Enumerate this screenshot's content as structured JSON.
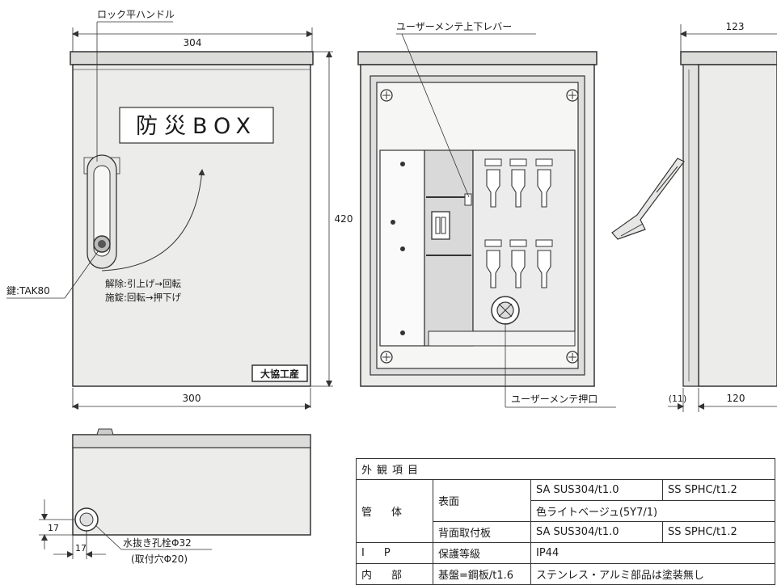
{
  "front_view": {
    "handle_label": "ロック平ハンドル",
    "key_label": "鍵:TAK80",
    "unlock_text": "解除:引上げ→回転",
    "lock_text": "施錠:回転→押下げ",
    "title_plate": "防災BOX",
    "maker_label": "大協工産",
    "dim_top_width": "304",
    "dim_bottom_width": "300",
    "dim_height": "420"
  },
  "inner_view": {
    "lever_label": "ユーザーメンテ上下レバー",
    "push_label": "ユーザーメンテ押口"
  },
  "side_view": {
    "dim_top_depth": "123",
    "dim_bottom_depth": "120",
    "dim_small": "(11)"
  },
  "bottom_view": {
    "dim_vertical": "17",
    "dim_horizontal": "17",
    "drain_label": "水抜き孔栓Φ32",
    "mount_label": "(取付穴Φ20)"
  },
  "spec_table": {
    "title": "外観項目",
    "row1_cat": "管体",
    "row1_label": "表面",
    "row1_sa": "SA SUS304/t1.0",
    "row1_ss": "SS SPHC/t1.2",
    "row1_color": "色ライトベージュ(5Y7/1)",
    "row2_label": "背面取付板",
    "row2_sa": "SA SUS304/t1.0",
    "row2_ss": "SS SPHC/t1.2",
    "row3_cat": "IP",
    "row3_label": "保護等級",
    "row3_value": "IP44",
    "row4_cat": "内部",
    "row4_label": "基盤=鋼板/t1.6",
    "row4_value": "ステンレス・アルミ部品は塗装無し"
  },
  "colors": {
    "line": "#333333",
    "box_fill": "#ececea",
    "panel_fill": "#dadada",
    "inner_fill": "#f6f6f4"
  }
}
